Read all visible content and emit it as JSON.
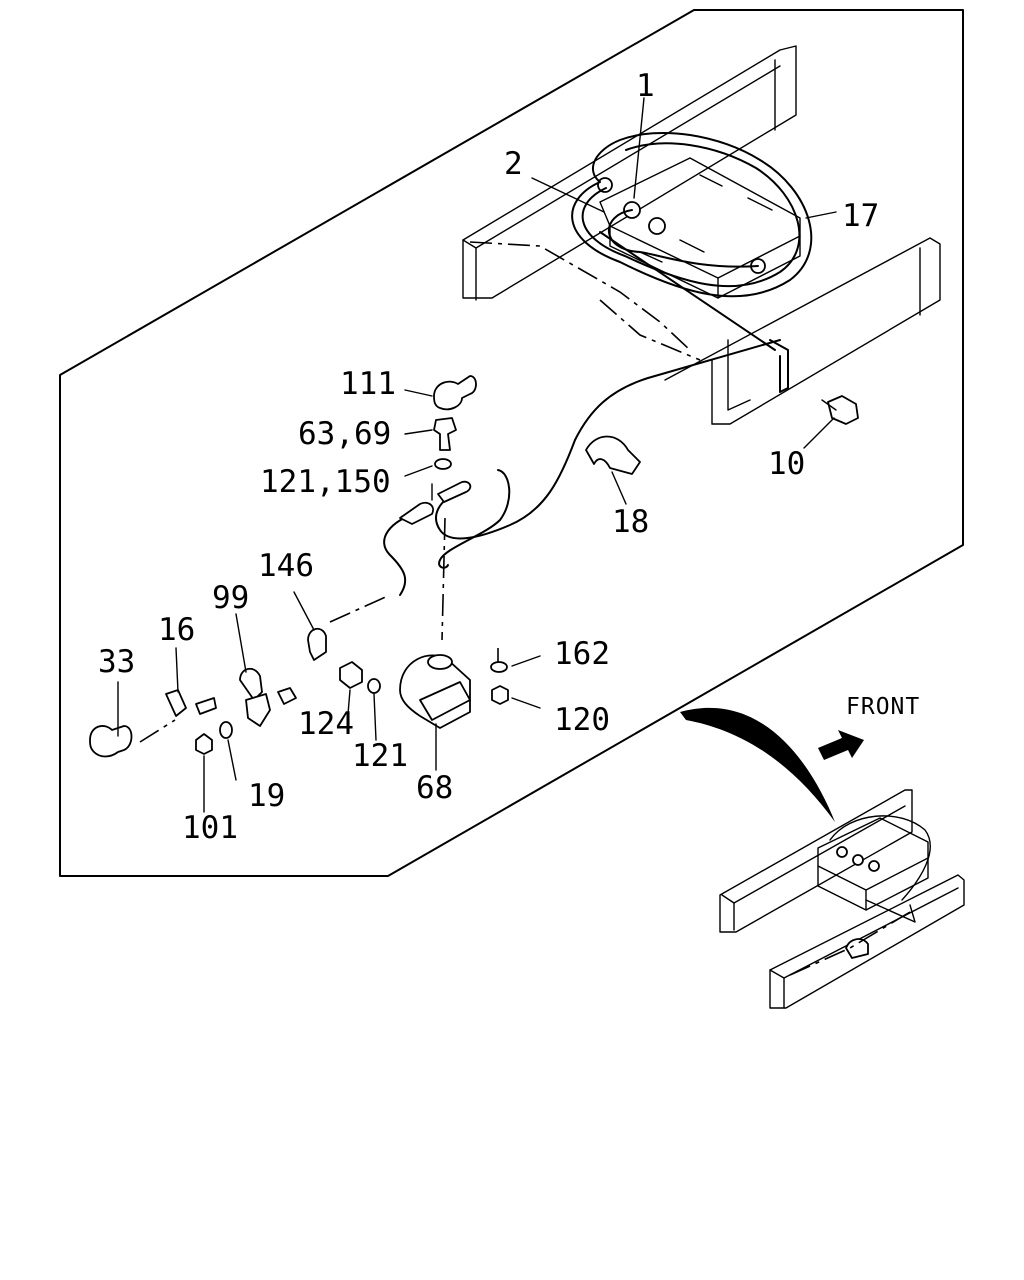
{
  "diagram": {
    "direction_label": "FRONT",
    "parts": [
      {
        "key": "p1",
        "label": "1"
      },
      {
        "key": "p2",
        "label": "2"
      },
      {
        "key": "p17",
        "label": "17"
      },
      {
        "key": "p111",
        "label": "111"
      },
      {
        "key": "p63",
        "label": "63,69"
      },
      {
        "key": "p121_150",
        "label": "121,150"
      },
      {
        "key": "p10",
        "label": "10"
      },
      {
        "key": "p18",
        "label": "18"
      },
      {
        "key": "p146",
        "label": "146"
      },
      {
        "key": "p99",
        "label": "99"
      },
      {
        "key": "p16",
        "label": "16"
      },
      {
        "key": "p33",
        "label": "33"
      },
      {
        "key": "p162",
        "label": "162"
      },
      {
        "key": "p120",
        "label": "120"
      },
      {
        "key": "p124",
        "label": "124"
      },
      {
        "key": "p121",
        "label": "121"
      },
      {
        "key": "p68",
        "label": "68"
      },
      {
        "key": "p19",
        "label": "19"
      },
      {
        "key": "p101",
        "label": "101"
      }
    ]
  }
}
